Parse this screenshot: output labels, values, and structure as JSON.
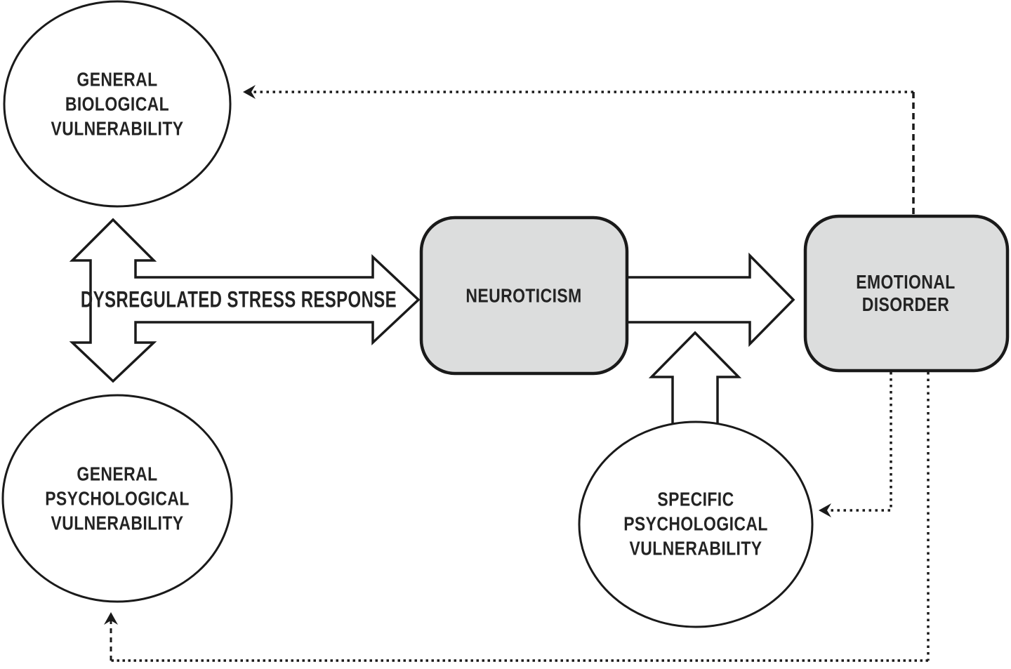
{
  "colors": {
    "background": "#ffffff",
    "box_fill": "#dcdddd",
    "ellipse_fill": "#ffffff",
    "stroke": "#1a1a1a",
    "text": "#232323"
  },
  "nodes": {
    "general_biological": {
      "line1": "GENERAL",
      "line2": "BIOLOGICAL",
      "line3": "VULNERABILITY"
    },
    "general_psychological": {
      "line1": "GENERAL",
      "line2": "PSYCHOLOGICAL",
      "line3": "VULNERABILITY"
    },
    "specific_psychological": {
      "line1": "SPECIFIC",
      "line2": "PSYCHOLOGICAL",
      "line3": "VULNERABILITY"
    },
    "neuroticism": {
      "line1": "NEUROTICISM"
    },
    "emotional_disorder": {
      "line1": "EMOTIONAL",
      "line2": "DISORDER"
    }
  },
  "arrows": {
    "stress_label": "DYSREGULATED STRESS RESPONSE"
  }
}
